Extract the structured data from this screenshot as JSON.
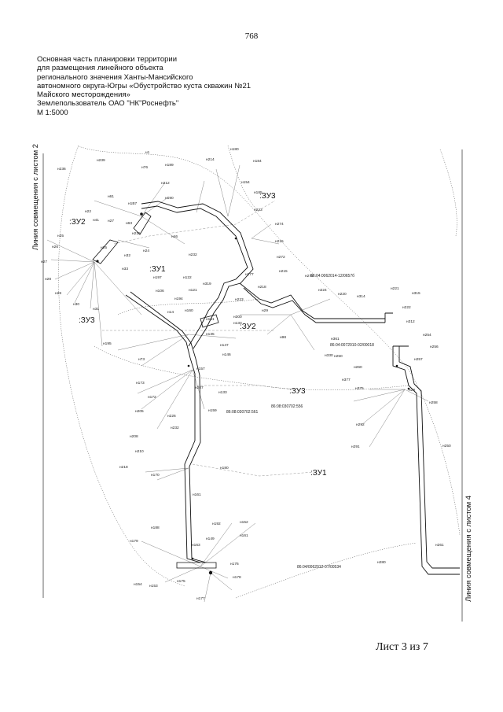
{
  "page_number": "768",
  "header_lines": [
    "Основная часть планировки территории",
    "для размещения линейного объекта",
    "регионального значения Ханты-Мансийского",
    "автономного округа-Югры «Обустройство куста скважин №21",
    "Майского месторождения»",
    "Землепользователь ОАО \"НК\"Роснефть\"",
    "М 1:5000"
  ],
  "left_match_line": "Линия совмещения с листом 2",
  "right_match_line": "Линия совмещения с листом 4",
  "sheet_label": "Лист 3 из 7",
  "parcels": [
    {
      "label": ":ЗУ3"
    },
    {
      "label": ":ЗУ2"
    },
    {
      "label": ":ЗУ1"
    },
    {
      "label": ":ЗУ3"
    },
    {
      "label": ":ЗУ2"
    },
    {
      "label": ":ЗУ3"
    },
    {
      "label": ":ЗУ1"
    }
  ],
  "cadastral_numbers": [
    "86:04:0062014-12/0657б",
    "86:04:0072010-02/00018",
    "86:08:030702:561",
    "86:08:030702:556",
    "86:04/0062012-07/00534"
  ],
  "point_labels": [
    "н1",
    "н239",
    "н76",
    "н189",
    "н214",
    "н180",
    "н184",
    "н212",
    "н154",
    "н185",
    "н236",
    "н61",
    "н190",
    "н1В7",
    "н223",
    "н22",
    "н41",
    "н27",
    "н63",
    "н46",
    "н215",
    "н274",
    "н25",
    "н24",
    "н232",
    "н215",
    "н26",
    "н25",
    "н27",
    "н272",
    "н28",
    "н32",
    "н33",
    "н29",
    "н30",
    "н31",
    "н197",
    "н122",
    "н106",
    "н194",
    "н121",
    "н160",
    "н319",
    "н223",
    "н218",
    "н277",
    "н215",
    "н279",
    "н224",
    "н220",
    "н314",
    "н221",
    "н315",
    "н222",
    "н312",
    "н14",
    "н161",
    "н135",
    "н300",
    "н29",
    "н98",
    "н133",
    "н361",
    "н250",
    "н254",
    "н256",
    "н257",
    "н195",
    "н73",
    "н147",
    "н146",
    "н157",
    "н330",
    "н377",
    "н260",
    "н258",
    "н375",
    "н28",
    "н173",
    "н207",
    "н172",
    "н133",
    "н159",
    "н205",
    "н226",
    "н208",
    "н210",
    "н218",
    "н170",
    "н180",
    "н161",
    "н292",
    "н291",
    "н250",
    "н232",
    "н188",
    "н179",
    "н163",
    "н149",
    "н152",
    "н192",
    "н161",
    "н176",
    "н178",
    "н175",
    "н177",
    "н153",
    "н154",
    "н261",
    "н280"
  ]
}
